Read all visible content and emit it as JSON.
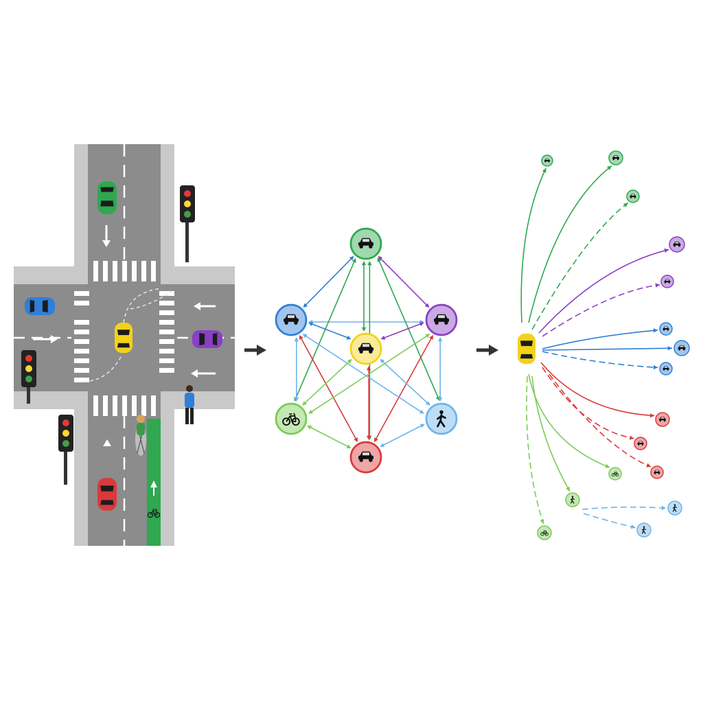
{
  "colors": {
    "green": "#2fa84f",
    "blue": "#2f7fd6",
    "yellow": "#f2d21b",
    "purple": "#8a3fc4",
    "lightgreen": "#7ccb57",
    "lightblue": "#6db4ea",
    "red": "#d93a3a",
    "road": "#8c8c8c",
    "curb": "#c9c9c9",
    "bikelane": "#2fa84f",
    "arrow": "#333333"
  },
  "intersection": {
    "vehicles": [
      {
        "name": "green-car",
        "color": "green",
        "heading": "south"
      },
      {
        "name": "blue-car",
        "color": "blue",
        "heading": "east"
      },
      {
        "name": "yellow-car",
        "color": "yellow",
        "heading": "north"
      },
      {
        "name": "purple-car",
        "color": "purple",
        "heading": "west"
      },
      {
        "name": "red-car",
        "color": "red",
        "heading": "north"
      }
    ],
    "traffic_lights": 3,
    "pedestrian": "pedestrian-on-corner",
    "cyclist": "cyclist-in-bike-lane",
    "bike_lane_symbol": "bicycle-symbol"
  },
  "graph": {
    "nodes": [
      {
        "id": "car-green",
        "color": "green",
        "icon": "car-icon"
      },
      {
        "id": "car-blue",
        "color": "blue",
        "icon": "car-icon"
      },
      {
        "id": "car-yellow",
        "color": "yellow",
        "icon": "car-icon"
      },
      {
        "id": "car-purple",
        "color": "purple",
        "icon": "car-icon"
      },
      {
        "id": "bike-lightgreen",
        "color": "lightgreen",
        "icon": "bicycle-icon"
      },
      {
        "id": "walker-lightblue",
        "color": "lightblue",
        "icon": "pedestrian-icon"
      },
      {
        "id": "car-red",
        "color": "red",
        "icon": "car-icon"
      }
    ],
    "edges": [
      {
        "from": "car-blue",
        "to": "car-green",
        "color": "blue"
      },
      {
        "from": "car-purple",
        "to": "car-green",
        "color": "purple"
      },
      {
        "from": "car-blue",
        "to": "car-purple",
        "color": "lightblue"
      },
      {
        "from": "car-yellow",
        "to": "car-green",
        "color": "green"
      },
      {
        "from": "car-red",
        "to": "car-green",
        "color": "green"
      },
      {
        "from": "bike-lightgreen",
        "to": "car-green",
        "color": "green"
      },
      {
        "from": "walker-lightblue",
        "to": "car-green",
        "color": "green"
      },
      {
        "from": "car-blue",
        "to": "bike-lightgreen",
        "color": "lightblue"
      },
      {
        "from": "car-purple",
        "to": "walker-lightblue",
        "color": "lightblue"
      },
      {
        "from": "bike-lightgreen",
        "to": "car-red",
        "color": "lightgreen"
      },
      {
        "from": "walker-lightblue",
        "to": "car-red",
        "color": "lightblue"
      },
      {
        "from": "car-yellow",
        "to": "car-red",
        "color": "red"
      },
      {
        "from": "car-blue",
        "to": "car-red",
        "color": "red"
      },
      {
        "from": "car-purple",
        "to": "car-red",
        "color": "red"
      },
      {
        "from": "car-yellow",
        "to": "bike-lightgreen",
        "color": "lightgreen"
      },
      {
        "from": "car-yellow",
        "to": "walker-lightblue",
        "color": "lightblue"
      },
      {
        "from": "car-yellow",
        "to": "car-blue",
        "color": "blue"
      },
      {
        "from": "car-yellow",
        "to": "car-purple",
        "color": "purple"
      },
      {
        "from": "car-blue",
        "to": "walker-lightblue",
        "color": "lightblue"
      },
      {
        "from": "car-purple",
        "to": "bike-lightgreen",
        "color": "lightgreen"
      }
    ]
  },
  "prediction": {
    "ego": {
      "color": "yellow",
      "icon": "car-icon"
    },
    "targets": [
      {
        "color": "green",
        "icon": "car-icon",
        "style": "solid"
      },
      {
        "color": "green",
        "icon": "car-icon",
        "style": "solid"
      },
      {
        "color": "green",
        "icon": "car-icon",
        "style": "dashed"
      },
      {
        "color": "purple",
        "icon": "car-icon",
        "style": "solid"
      },
      {
        "color": "purple",
        "icon": "car-icon",
        "style": "dashed"
      },
      {
        "color": "blue",
        "icon": "car-icon",
        "style": "solid"
      },
      {
        "color": "blue",
        "icon": "car-icon",
        "style": "solid"
      },
      {
        "color": "blue",
        "icon": "car-icon",
        "style": "dashed"
      },
      {
        "color": "red",
        "icon": "car-icon",
        "style": "solid"
      },
      {
        "color": "red",
        "icon": "car-icon",
        "style": "dashed"
      },
      {
        "color": "red",
        "icon": "car-icon",
        "style": "dashed"
      },
      {
        "color": "lightgreen",
        "icon": "bicycle-icon",
        "style": "solid"
      },
      {
        "color": "lightgreen",
        "icon": "pedestrian-icon",
        "style": "solid"
      },
      {
        "color": "lightgreen",
        "icon": "bicycle-icon",
        "style": "dashed"
      },
      {
        "color": "lightblue",
        "icon": "pedestrian-icon",
        "style": "dashed"
      },
      {
        "color": "lightblue",
        "icon": "pedestrian-icon",
        "style": "dashed"
      }
    ]
  },
  "flow_arrows": [
    "stage-arrow-1",
    "stage-arrow-2"
  ]
}
